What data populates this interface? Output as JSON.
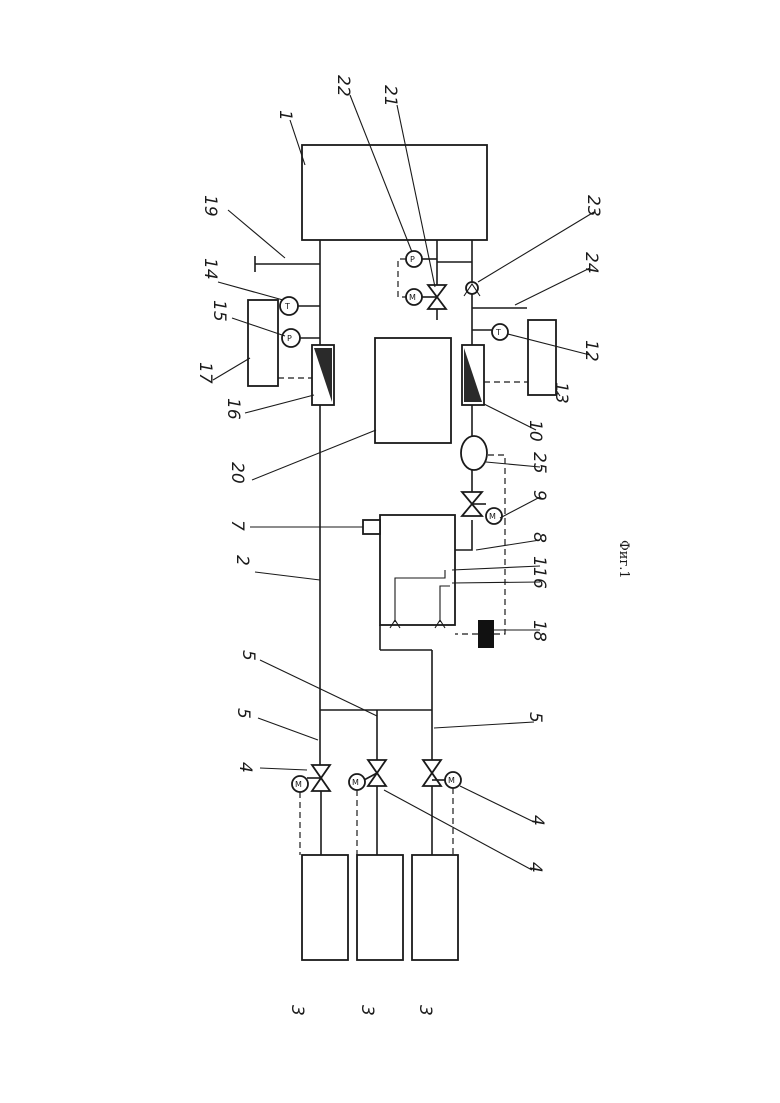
{
  "caption": "Фиг.1",
  "gauge_symbols": {
    "temperature": "T",
    "pressure": "P",
    "motor": "M"
  },
  "labels": {
    "n1": "1",
    "n2": "2",
    "n3a": "3",
    "n3b": "3",
    "n3c": "3",
    "n4a": "4",
    "n4b": "4",
    "n4c": "4",
    "n5a": "5",
    "n5b": "5",
    "n5c": "5",
    "n6": "6",
    "n7": "7",
    "n8": "8",
    "n9": "9",
    "n10": "10",
    "n11": "11",
    "n12": "12",
    "n13": "13",
    "n14": "14",
    "n15": "15",
    "n16": "16",
    "n17": "17",
    "n18": "18",
    "n19": "19",
    "n20": "20",
    "n21": "21",
    "n22": "22",
    "n23": "23",
    "n24": "24",
    "n25": "25"
  }
}
